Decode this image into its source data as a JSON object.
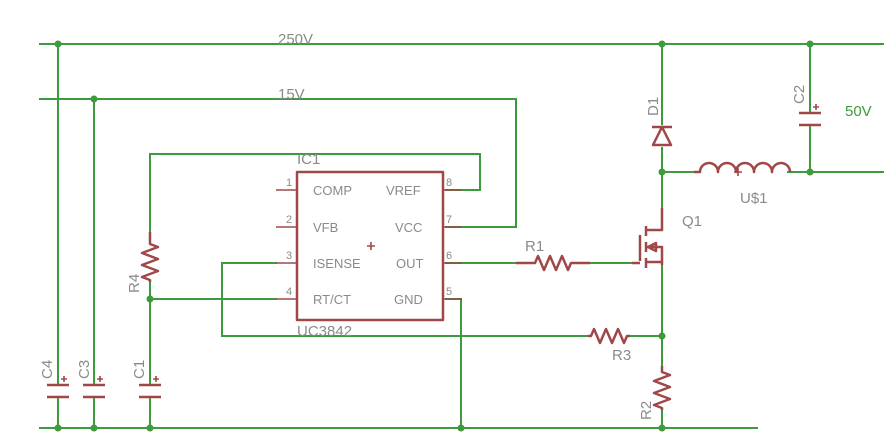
{
  "schematic": {
    "nets": {
      "high": "250V",
      "low": "15V",
      "out": "50V"
    },
    "ic": {
      "ref": "IC1",
      "part": "UC3842",
      "pins_left": [
        {
          "num": "1",
          "name": "COMP"
        },
        {
          "num": "2",
          "name": "VFB"
        },
        {
          "num": "3",
          "name": "ISENSE"
        },
        {
          "num": "4",
          "name": "RT/CT"
        }
      ],
      "pins_right": [
        {
          "num": "8",
          "name": "VREF"
        },
        {
          "num": "7",
          "name": "VCC"
        },
        {
          "num": "6",
          "name": "OUT"
        },
        {
          "num": "5",
          "name": "GND"
        }
      ]
    },
    "parts": {
      "r1": "R1",
      "r2": "R2",
      "r3": "R3",
      "r4": "R4",
      "c1": "C1",
      "c2": "C2",
      "c3": "C3",
      "c4": "C4",
      "d1": "D1",
      "q1": "Q1",
      "l1": "U$1"
    }
  }
}
